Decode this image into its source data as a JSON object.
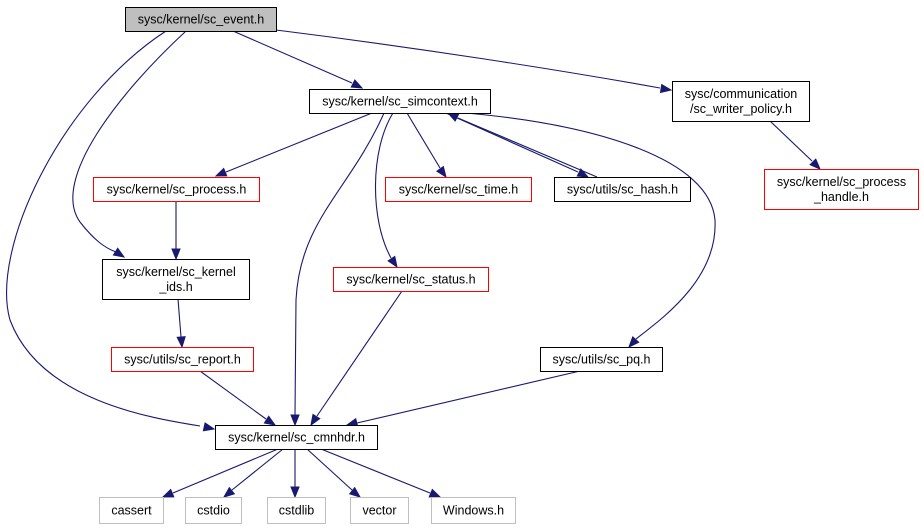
{
  "nodes": [
    {
      "id": "sc_event",
      "lines": [
        "sysc/kernel/sc_event.h"
      ],
      "style": "root"
    },
    {
      "id": "sc_simcontext",
      "lines": [
        "sysc/kernel/sc_simcontext.h"
      ],
      "style": "normal"
    },
    {
      "id": "sc_writer_policy",
      "lines": [
        "sysc/communication",
        "/sc_writer_policy.h"
      ],
      "style": "normal"
    },
    {
      "id": "sc_process_handle",
      "lines": [
        "sysc/kernel/sc_process",
        "_handle.h"
      ],
      "style": "truncated"
    },
    {
      "id": "sc_process",
      "lines": [
        "sysc/kernel/sc_process.h"
      ],
      "style": "truncated"
    },
    {
      "id": "sc_time",
      "lines": [
        "sysc/kernel/sc_time.h"
      ],
      "style": "truncated"
    },
    {
      "id": "sc_hash",
      "lines": [
        "sysc/utils/sc_hash.h"
      ],
      "style": "normal"
    },
    {
      "id": "sc_kernel_ids",
      "lines": [
        "sysc/kernel/sc_kernel",
        "_ids.h"
      ],
      "style": "normal"
    },
    {
      "id": "sc_status",
      "lines": [
        "sysc/kernel/sc_status.h"
      ],
      "style": "truncated"
    },
    {
      "id": "sc_report",
      "lines": [
        "sysc/utils/sc_report.h"
      ],
      "style": "truncated"
    },
    {
      "id": "sc_pq",
      "lines": [
        "sysc/utils/sc_pq.h"
      ],
      "style": "normal"
    },
    {
      "id": "sc_cmnhdr",
      "lines": [
        "sysc/kernel/sc_cmnhdr.h"
      ],
      "style": "normal"
    },
    {
      "id": "cassert",
      "lines": [
        "cassert"
      ],
      "style": "external"
    },
    {
      "id": "cstdio",
      "lines": [
        "cstdio"
      ],
      "style": "external"
    },
    {
      "id": "cstdlib",
      "lines": [
        "cstdlib"
      ],
      "style": "external"
    },
    {
      "id": "vector",
      "lines": [
        "vector"
      ],
      "style": "external"
    },
    {
      "id": "windows_h",
      "lines": [
        "Windows.h"
      ],
      "style": "external"
    }
  ],
  "edges": [
    {
      "from": "sc_event",
      "to": "sc_simcontext"
    },
    {
      "from": "sc_event",
      "to": "sc_writer_policy"
    },
    {
      "from": "sc_event",
      "to": "sc_kernel_ids"
    },
    {
      "from": "sc_event",
      "to": "sc_cmnhdr"
    },
    {
      "from": "sc_simcontext",
      "to": "sc_process"
    },
    {
      "from": "sc_simcontext",
      "to": "sc_time"
    },
    {
      "from": "sc_simcontext",
      "to": "sc_hash"
    },
    {
      "from": "sc_simcontext",
      "to": "sc_status"
    },
    {
      "from": "sc_simcontext",
      "to": "sc_pq"
    },
    {
      "from": "sc_simcontext",
      "to": "sc_cmnhdr"
    },
    {
      "from": "sc_hash",
      "to": "sc_simcontext"
    },
    {
      "from": "sc_writer_policy",
      "to": "sc_process_handle"
    },
    {
      "from": "sc_process",
      "to": "sc_kernel_ids"
    },
    {
      "from": "sc_kernel_ids",
      "to": "sc_report"
    },
    {
      "from": "sc_report",
      "to": "sc_cmnhdr"
    },
    {
      "from": "sc_status",
      "to": "sc_cmnhdr"
    },
    {
      "from": "sc_pq",
      "to": "sc_cmnhdr"
    },
    {
      "from": "sc_cmnhdr",
      "to": "cassert"
    },
    {
      "from": "sc_cmnhdr",
      "to": "cstdio"
    },
    {
      "from": "sc_cmnhdr",
      "to": "cstdlib"
    },
    {
      "from": "sc_cmnhdr",
      "to": "vector"
    },
    {
      "from": "sc_cmnhdr",
      "to": "windows_h"
    }
  ],
  "colors": {
    "edge": "#191970",
    "root_fill": "#bfbfbf",
    "root_border": "#000000",
    "normal_border": "#000000",
    "truncated_border": "#ff0000",
    "external_border": "#bfbfbf",
    "background": "#ffffff"
  }
}
